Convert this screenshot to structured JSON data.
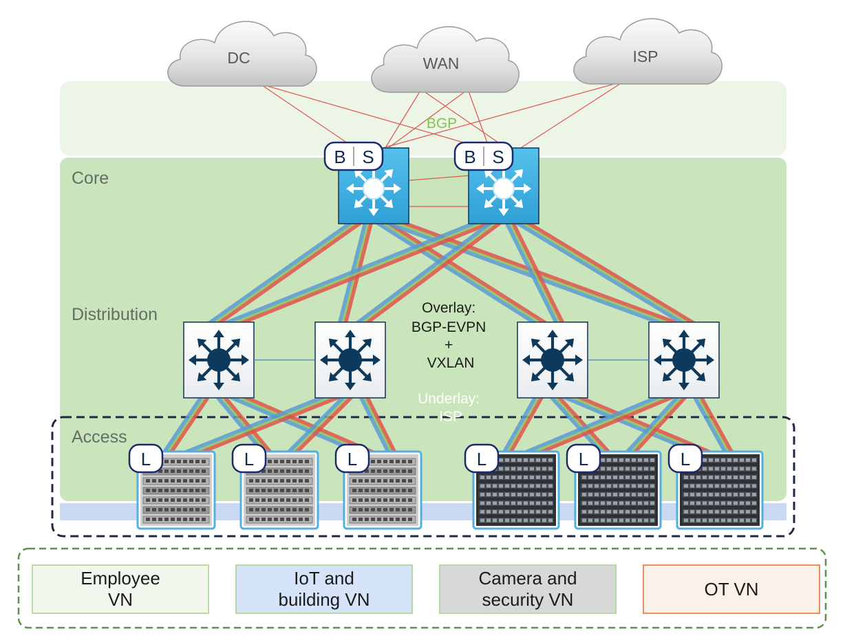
{
  "clouds": [
    {
      "label": "DC"
    },
    {
      "label": "WAN"
    },
    {
      "label": "ISP"
    }
  ],
  "bgp_label": "BGP",
  "layers": {
    "core": "Core",
    "distribution": "Distribution",
    "access": "Access"
  },
  "border_node_badge": {
    "left": "B",
    "right": "S"
  },
  "leaf_badge": "L",
  "overlay_label": "Overlay:\nBGP-EVPN\n+\nVXLAN",
  "underlay_label": "Underlay:\nISP",
  "virtual_networks": [
    {
      "label": "Employee\nVN",
      "fill": "#f3f8ef",
      "border": "#b9dba6"
    },
    {
      "label": "IoT and\nbuilding VN",
      "fill": "#d5e4f8",
      "border": "#b5d7a5"
    },
    {
      "label": "Camera and\nsecurity VN",
      "fill": "#d8d8d8",
      "border": "#b5d7a5"
    },
    {
      "label": "OT VN",
      "fill": "#fcf1e8",
      "border": "#ee8c5c"
    }
  ],
  "colors": {
    "bgp_zone": "#ecf5e6",
    "fabric_zone": "#cae5bb",
    "link_red": "#e0544b",
    "link_green": "#8ec45c",
    "link_blue": "#5b9bd3",
    "core_switch": "#3eb0e3",
    "distribution_switch_icon": "#0d3a5c",
    "badge_border": "#1c2a6b",
    "access_border": "#1c2a44",
    "vn_border": "#5f8f4c"
  }
}
